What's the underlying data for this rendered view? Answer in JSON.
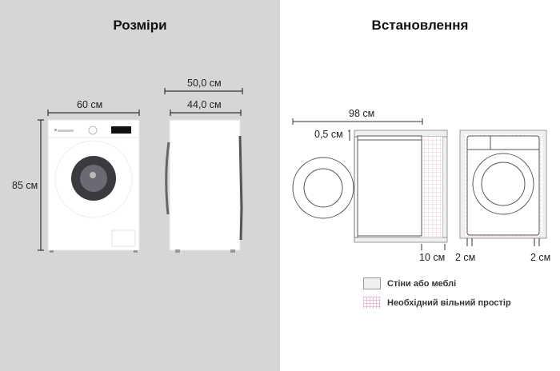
{
  "dimensions": {
    "title": "Розміри",
    "width_front": "60 см",
    "height": "85 см",
    "depth_total": "50,0 см",
    "depth_body": "44,0 см"
  },
  "installation": {
    "title": "Встановлення",
    "depth_with_door": "98 см",
    "top_gap": "0,5 см",
    "back_gap": "10 см",
    "side_gap_left": "2 см",
    "side_gap_right": "2 см"
  },
  "legend": {
    "items": [
      {
        "label": "Стіни або меблі",
        "swatch": "wall"
      },
      {
        "label": "Необхідний вільний простір",
        "swatch": "clearance"
      }
    ]
  },
  "colors": {
    "left_bg": "#d6d6d8",
    "right_bg": "#ffffff",
    "clearance_grid": "#e8bfd6",
    "wall": "#efefef"
  }
}
